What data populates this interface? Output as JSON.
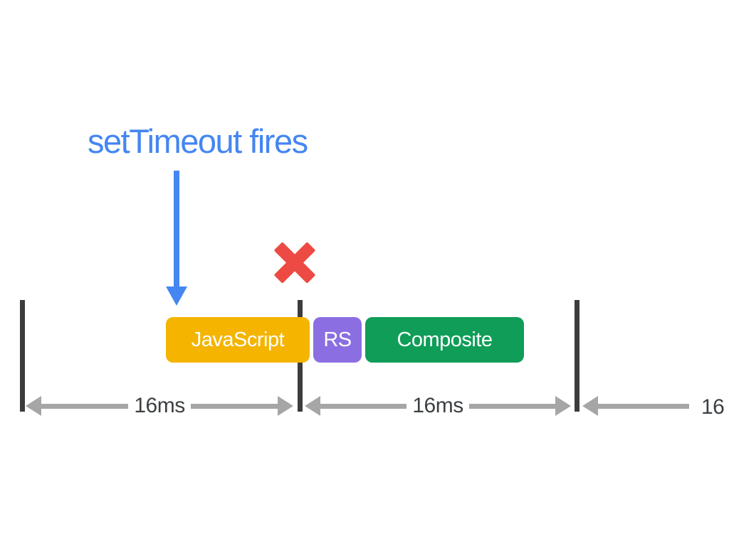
{
  "diagram": {
    "description": "frame timeline showing a setTimeout callback running and causing a missed frame",
    "annotation": {
      "label": "setTimeout fires",
      "color": "#4486F2"
    },
    "missed_frame_marker": {
      "symbol": "x",
      "color": "#EC4A43"
    },
    "tasks": [
      {
        "label": "JavaScript",
        "color": "#F4B400"
      },
      {
        "label": "RS",
        "color": "#8B6FE2"
      },
      {
        "label": "Composite",
        "color": "#0F9D58"
      }
    ],
    "intervals": [
      {
        "label": "16ms"
      },
      {
        "label": "16ms"
      },
      {
        "label": "16"
      }
    ],
    "colors": {
      "frame_boundary": "#3A3C3E",
      "interval_arrow": "#A6A6A6",
      "interval_label": "#3C4043",
      "background": "#FFFFFF"
    }
  }
}
